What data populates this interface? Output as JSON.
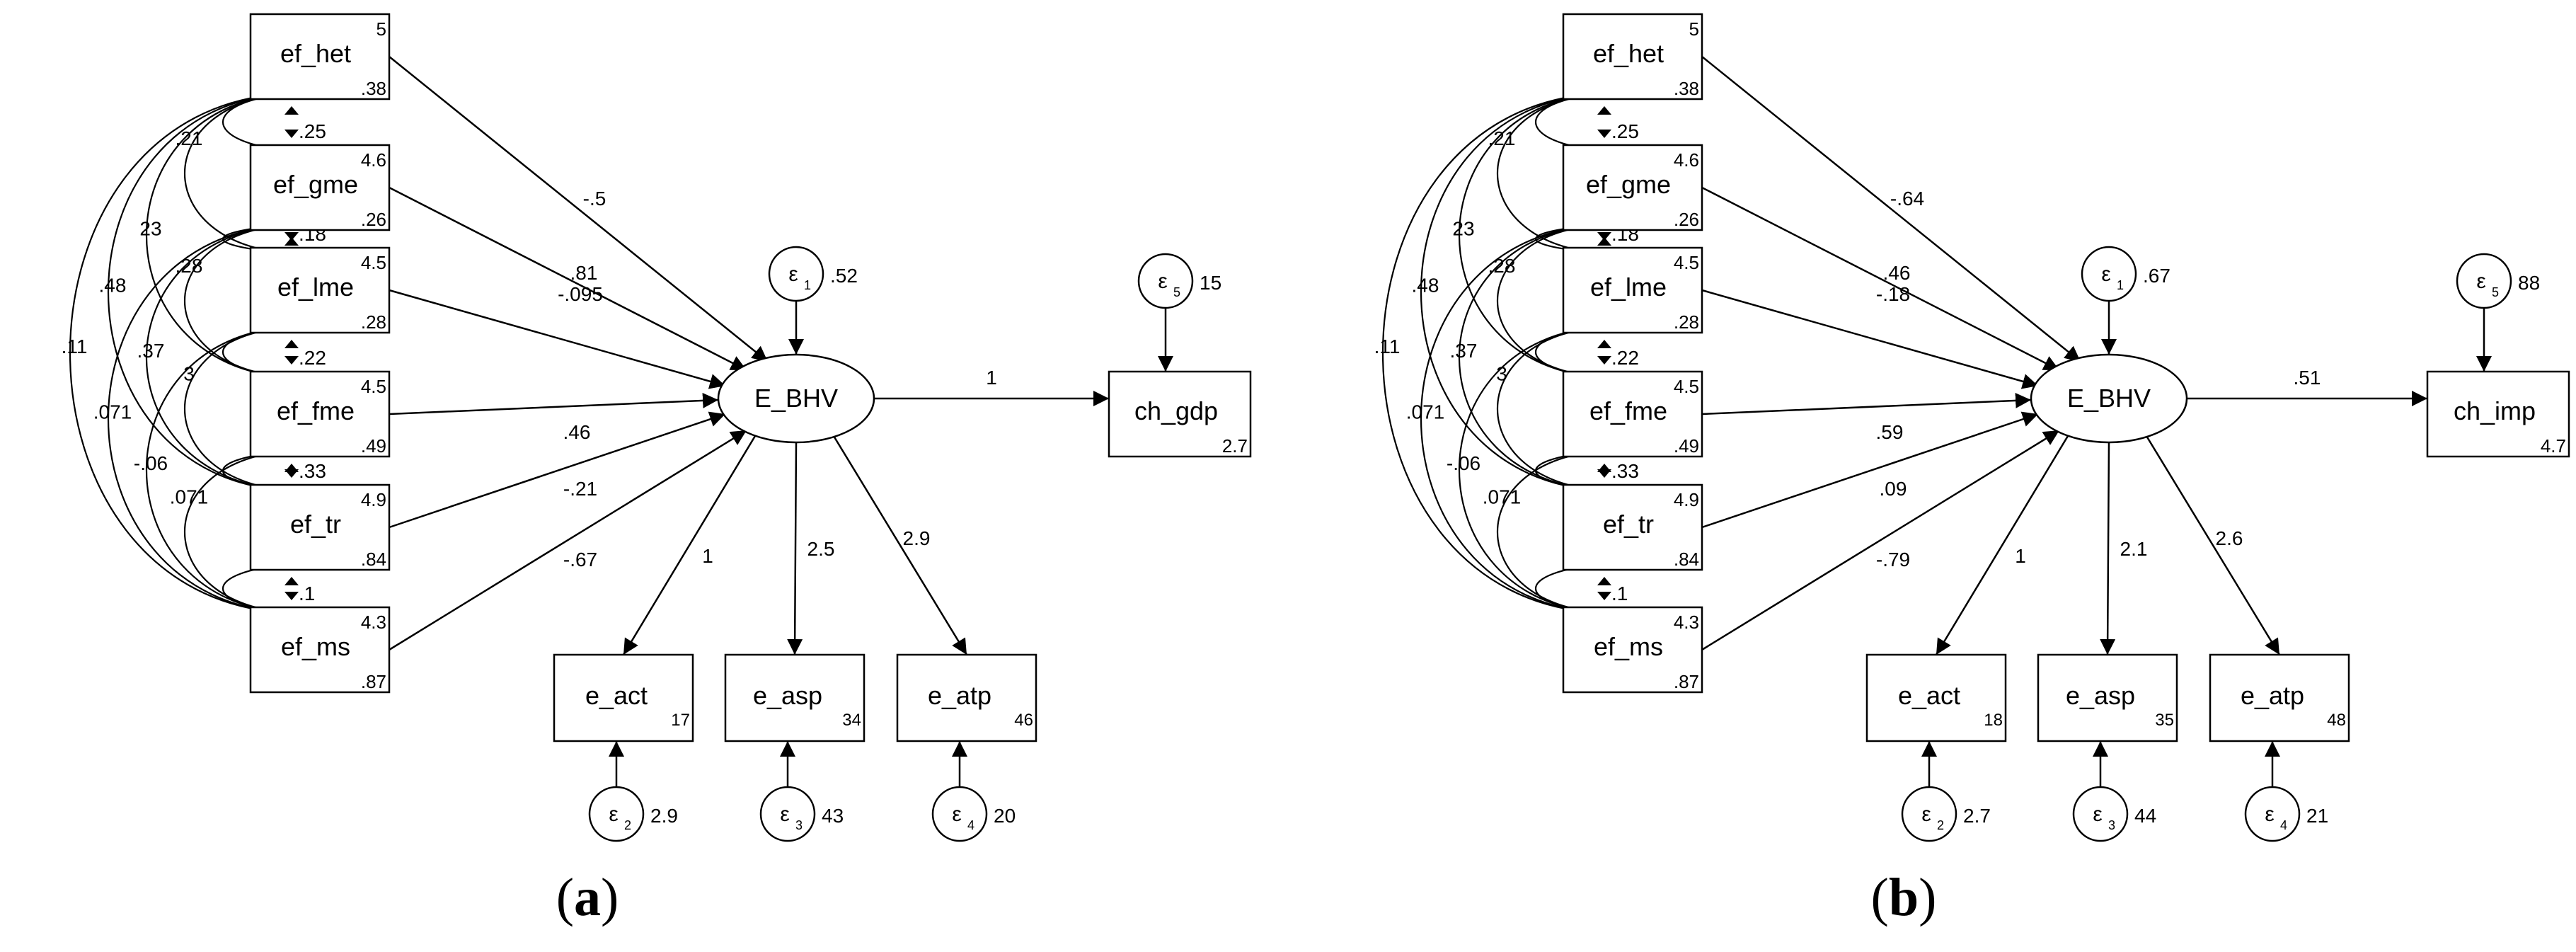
{
  "panels": [
    {
      "id": "a",
      "caption": "a",
      "predictors": [
        {
          "name": "ef_het",
          "intercept": "5",
          "variance": ".38",
          "path": "-.5"
        },
        {
          "name": "ef_gme",
          "intercept": "4.6",
          "variance": ".26",
          "path": ".81"
        },
        {
          "name": "ef_lme",
          "intercept": "4.5",
          "variance": ".28",
          "path": "-.095"
        },
        {
          "name": "ef_fme",
          "intercept": "4.5",
          "variance": ".49",
          "path": ".46"
        },
        {
          "name": "ef_tr",
          "intercept": "4.9",
          "variance": ".84",
          "path": "-.21"
        },
        {
          "name": "ef_ms",
          "intercept": "4.3",
          "variance": ".87",
          "path": "-.67"
        }
      ],
      "covariances": [
        {
          "from": 0,
          "to": 1,
          "label": ".25"
        },
        {
          "from": 1,
          "to": 2,
          "label": ".18"
        },
        {
          "from": 2,
          "to": 3,
          "label": ".22"
        },
        {
          "from": 3,
          "to": 4,
          "label": ".33"
        },
        {
          "from": 4,
          "to": 5,
          "label": ".1"
        },
        {
          "from": 0,
          "to": 2,
          "label": ".21"
        },
        {
          "from": 1,
          "to": 3,
          "label": ".28"
        },
        {
          "from": 2,
          "to": 4,
          "label": "3"
        },
        {
          "from": 3,
          "to": 5,
          "label": ".071"
        },
        {
          "from": 0,
          "to": 3,
          "label": "23"
        },
        {
          "from": 1,
          "to": 4,
          "label": ".37"
        },
        {
          "from": 2,
          "to": 5,
          "label": "-.06"
        },
        {
          "from": 0,
          "to": 4,
          "label": ".48"
        },
        {
          "from": 1,
          "to": 5,
          "label": ".071"
        },
        {
          "from": 0,
          "to": 5,
          "label": ".11"
        }
      ],
      "latent": {
        "name": "E_BHV",
        "error_symbol": "ε",
        "error_index": "1",
        "error_variance": ".52"
      },
      "outcome": {
        "name": "ch_gdp",
        "variance": "2.7",
        "path": "1",
        "error_index": "5",
        "error_variance": "15"
      },
      "indicators": [
        {
          "name": "e_act",
          "subscript": "17",
          "loading": "1",
          "error_index": "2",
          "error_variance": "2.9"
        },
        {
          "name": "e_asp",
          "subscript": "34",
          "loading": "2.5",
          "error_index": "3",
          "error_variance": "43"
        },
        {
          "name": "e_atp",
          "subscript": "46",
          "loading": "2.9",
          "error_index": "4",
          "error_variance": "20"
        }
      ]
    },
    {
      "id": "b",
      "caption": "b",
      "predictors": [
        {
          "name": "ef_het",
          "intercept": "5",
          "variance": ".38",
          "path": "-.64"
        },
        {
          "name": "ef_gme",
          "intercept": "4.6",
          "variance": ".26",
          "path": ".46"
        },
        {
          "name": "ef_lme",
          "intercept": "4.5",
          "variance": ".28",
          "path": "-.18"
        },
        {
          "name": "ef_fme",
          "intercept": "4.5",
          "variance": ".49",
          "path": ".59"
        },
        {
          "name": "ef_tr",
          "intercept": "4.9",
          "variance": ".84",
          "path": ".09"
        },
        {
          "name": "ef_ms",
          "intercept": "4.3",
          "variance": ".87",
          "path": "-.79"
        }
      ],
      "covariances": [
        {
          "from": 0,
          "to": 1,
          "label": ".25"
        },
        {
          "from": 1,
          "to": 2,
          "label": ".18"
        },
        {
          "from": 2,
          "to": 3,
          "label": ".22"
        },
        {
          "from": 3,
          "to": 4,
          "label": ".33"
        },
        {
          "from": 4,
          "to": 5,
          "label": ".1"
        },
        {
          "from": 0,
          "to": 2,
          "label": ".21"
        },
        {
          "from": 1,
          "to": 3,
          "label": ".28"
        },
        {
          "from": 2,
          "to": 4,
          "label": "3"
        },
        {
          "from": 3,
          "to": 5,
          "label": ".071"
        },
        {
          "from": 0,
          "to": 3,
          "label": "23"
        },
        {
          "from": 1,
          "to": 4,
          "label": ".37"
        },
        {
          "from": 2,
          "to": 5,
          "label": "-.06"
        },
        {
          "from": 0,
          "to": 4,
          "label": ".48"
        },
        {
          "from": 1,
          "to": 5,
          "label": ".071"
        },
        {
          "from": 0,
          "to": 5,
          "label": ".11"
        }
      ],
      "latent": {
        "name": "E_BHV",
        "error_symbol": "ε",
        "error_index": "1",
        "error_variance": ".67"
      },
      "outcome": {
        "name": "ch_imp",
        "variance": "4.7",
        "path": ".51",
        "error_index": "5",
        "error_variance": "88"
      },
      "indicators": [
        {
          "name": "e_act",
          "subscript": "18",
          "loading": "1",
          "error_index": "2",
          "error_variance": "2.7"
        },
        {
          "name": "e_asp",
          "subscript": "35",
          "loading": "2.1",
          "error_index": "3",
          "error_variance": "44"
        },
        {
          "name": "e_atp",
          "subscript": "48",
          "loading": "2.6",
          "error_index": "4",
          "error_variance": "21"
        }
      ]
    }
  ]
}
